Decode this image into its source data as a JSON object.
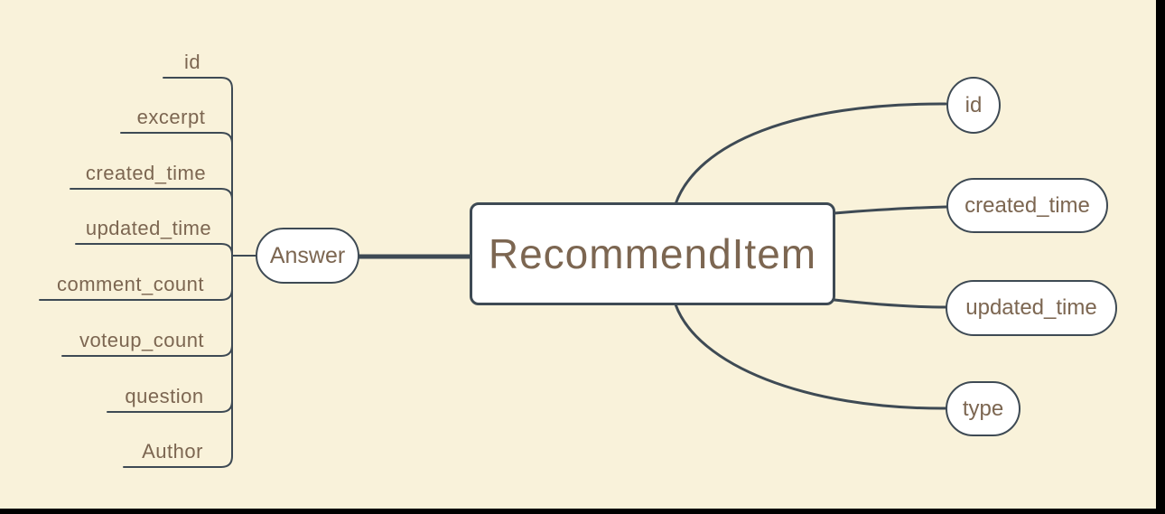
{
  "diagram": {
    "type": "mindmap",
    "root": {
      "label": "RecommendItem"
    },
    "right_children": [
      {
        "label": "id"
      },
      {
        "label": "created_time"
      },
      {
        "label": "updated_time"
      },
      {
        "label": "type"
      }
    ],
    "answer": {
      "label": "Answer",
      "children": [
        {
          "label": "id"
        },
        {
          "label": "excerpt"
        },
        {
          "label": "created_time"
        },
        {
          "label": "updated_time"
        },
        {
          "label": "comment_count"
        },
        {
          "label": "voteup_count"
        },
        {
          "label": "question"
        },
        {
          "label": "Author"
        }
      ]
    },
    "colors": {
      "canvas_background": "#f9f2da",
      "connector_and_border": "#3e4a54",
      "topic_text": "#7c6651",
      "node_fill": "#ffffff",
      "screen_edge_bars": "#000000"
    }
  }
}
